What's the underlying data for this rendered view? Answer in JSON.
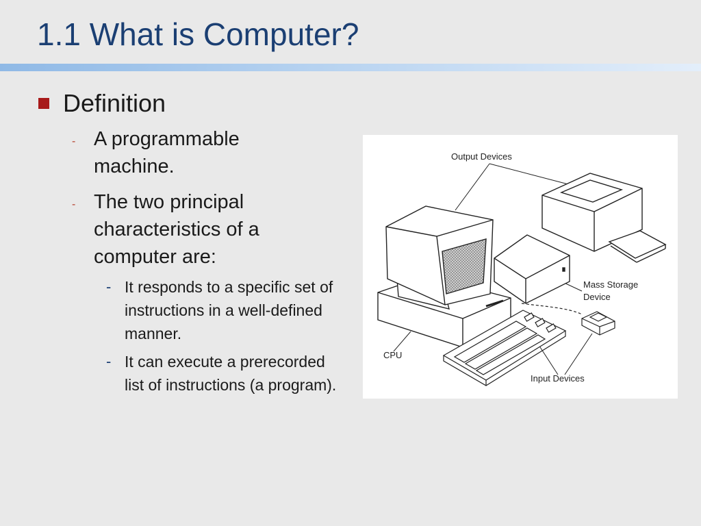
{
  "slide": {
    "title": "1.1 What is Computer?"
  },
  "content": {
    "level1": "Definition",
    "level2": [
      "A programmable machine.",
      "The two principal characteristics of a computer are:"
    ],
    "level3": [
      "It responds to a specific set of instructions in a well-defined manner.",
      "It can execute a prerecorded list of instructions (a program)."
    ],
    "dash": "-"
  },
  "figure": {
    "labels": {
      "output": "Output Devices",
      "mass_storage_1": "Mass Storage",
      "mass_storage_2": "Device",
      "cpu": "CPU",
      "input": "Input Devices"
    }
  },
  "colors": {
    "title": "#1b3f73",
    "bullet": "#a81a1a",
    "rule": "#8fb9e6",
    "background": "#e9e9e9"
  }
}
